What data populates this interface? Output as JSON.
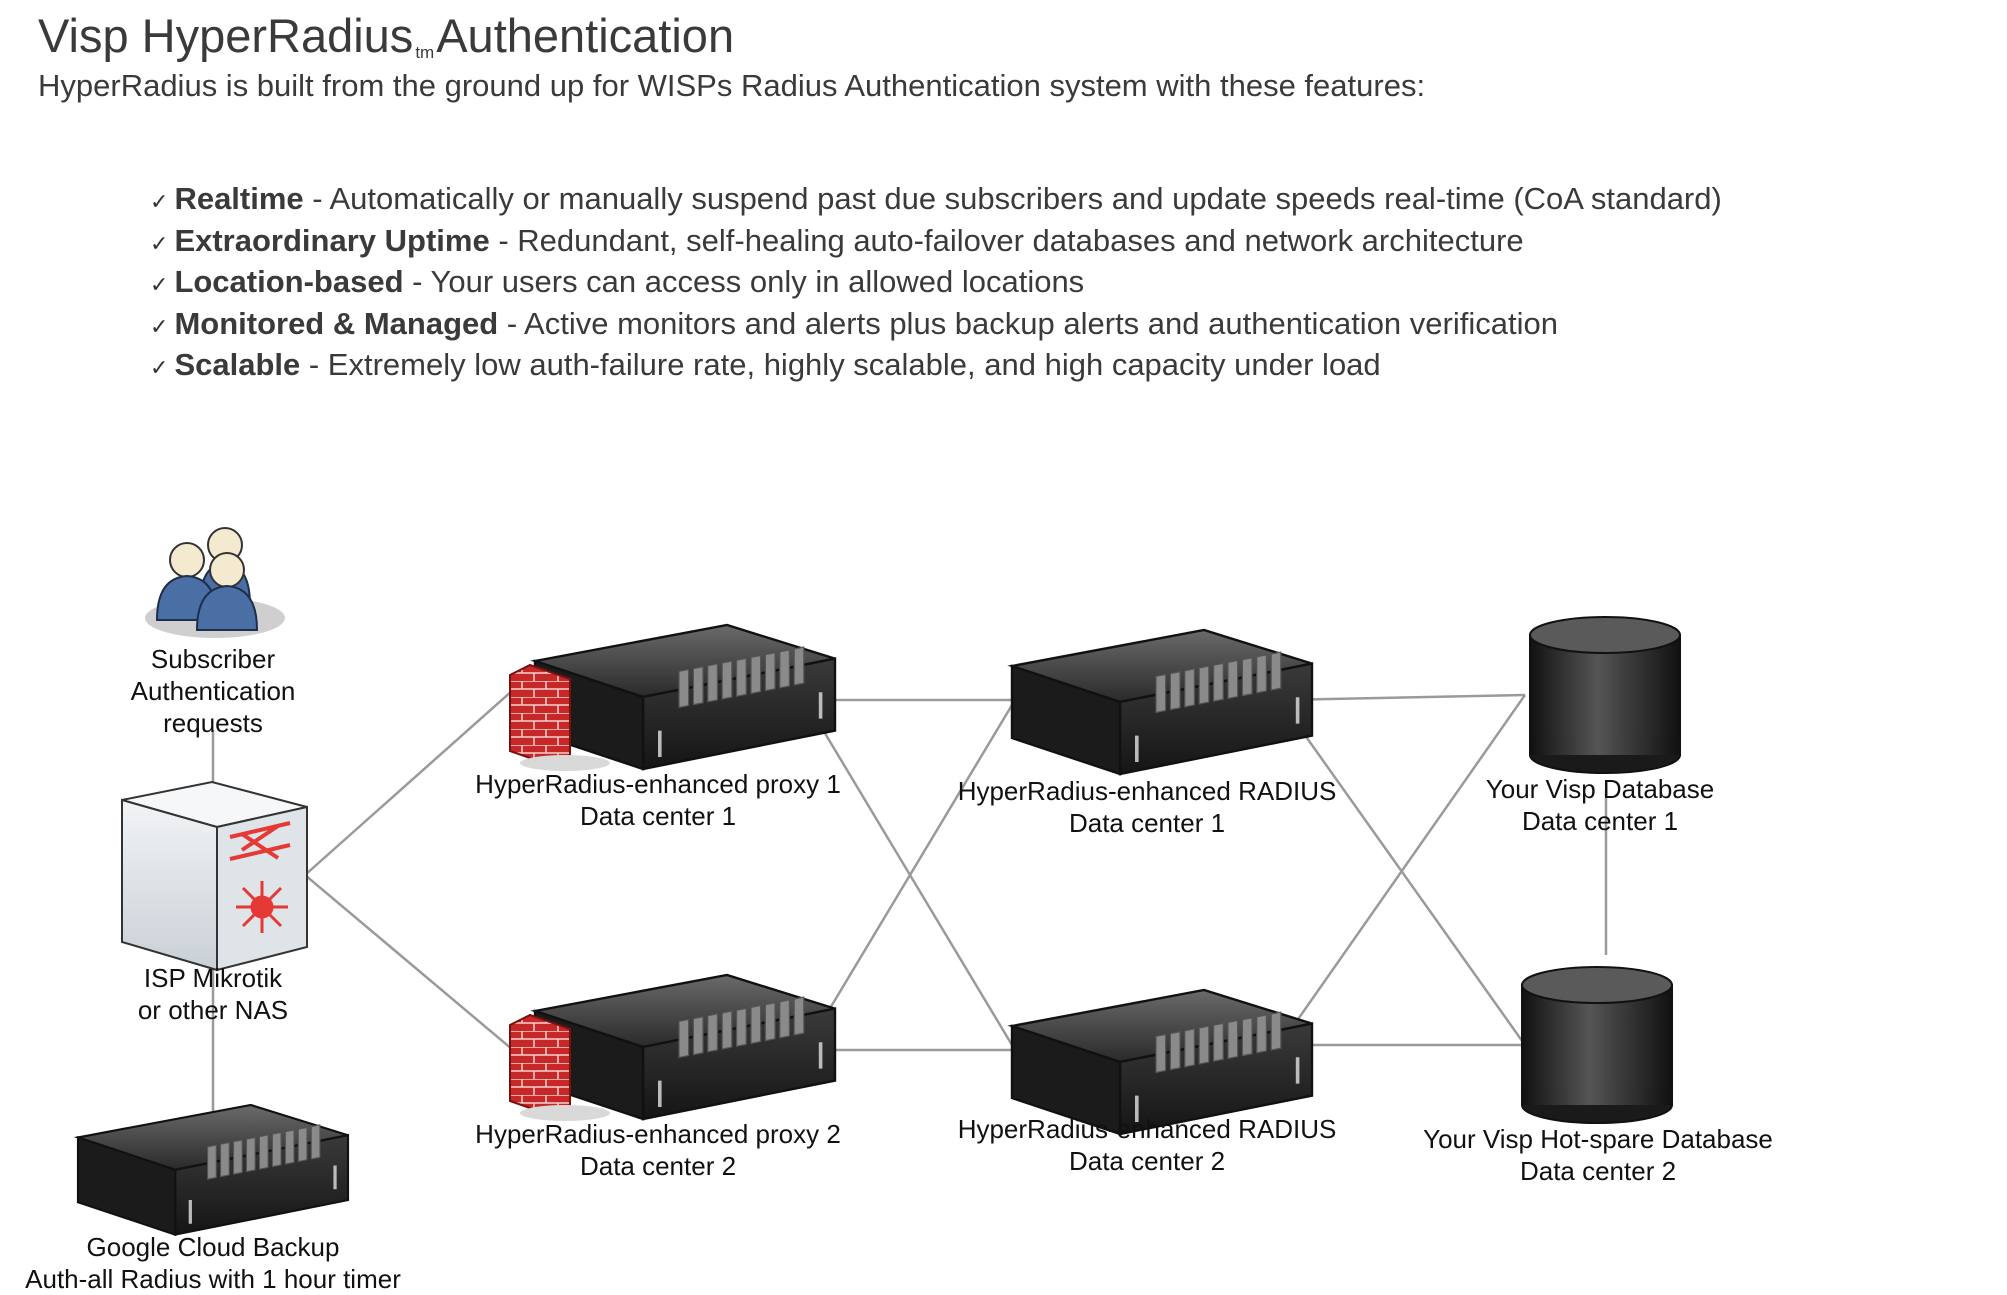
{
  "title": {
    "main": "Visp HyperRadius",
    "tm": "tm",
    "suffix": "Authentication"
  },
  "subtitle": "HyperRadius is built from the ground up for WISPs Radius Authentication system with these features:",
  "features": [
    {
      "name": "Realtime",
      "desc": " - Automatically or manually suspend past due subscribers and update speeds real-time (CoA standard)"
    },
    {
      "name": "Extraordinary Uptime",
      "desc": " - Redundant, self-healing auto-failover databases and network architecture"
    },
    {
      "name": "Location-based",
      "desc": " - Your users can access only in allowed locations"
    },
    {
      "name": "Monitored & Managed",
      "desc": " - Active monitors and alerts plus backup alerts and authentication verification"
    },
    {
      "name": "Scalable",
      "desc": " - Extremely low auth-failure rate, highly scalable, and high capacity under load"
    }
  ],
  "check_mark": "✓",
  "nodes": {
    "subscribers": {
      "line1": "Subscriber",
      "line2": "Authentication",
      "line3": "requests",
      "icon": "users-icon"
    },
    "nas": {
      "line1": "ISP Mikrotik",
      "line2": "or other NAS",
      "icon": "router-icon"
    },
    "backup": {
      "line1": "Google Cloud Backup",
      "line2": "Auth-all Radius with 1 hour timer",
      "icon": "server-icon"
    },
    "proxy1": {
      "line1": "HyperRadius-enhanced proxy 1",
      "line2": "Data center 1",
      "icon": "firewall-server-icon"
    },
    "proxy2": {
      "line1": "HyperRadius-enhanced proxy 2",
      "line2": "Data center 2",
      "icon": "firewall-server-icon"
    },
    "radius1": {
      "line1": "HyperRadius-enhanced RADIUS",
      "line2": "Data center 1",
      "icon": "server-icon"
    },
    "radius2": {
      "line1": "HyperRadius-enhanced RADIUS",
      "line2": "Data center 2",
      "icon": "server-icon"
    },
    "db1": {
      "line1": "Your Visp Database",
      "line2": "Data center 1",
      "icon": "database-icon"
    },
    "db2": {
      "line1": "Your Visp  Hot-spare Database",
      "line2": "Data center 2",
      "icon": "database-icon"
    }
  },
  "colors": {
    "connector": "#9a9a9a",
    "firewall": "#c62828",
    "server": "#2b2b2b",
    "users": "#4a6fa5"
  }
}
